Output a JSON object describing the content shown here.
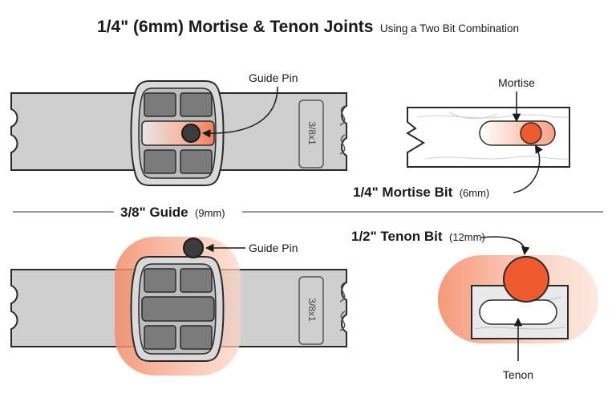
{
  "title": {
    "main": "1/4\" (6mm) Mortise & Tenon Joints",
    "sub": "Using a Two Bit Combination"
  },
  "divider": {
    "label_main": "3/8\" Guide",
    "label_sub": "(9mm)"
  },
  "top_jig": {
    "pin_label": "Guide Pin",
    "template_label": "3/8x1"
  },
  "bottom_jig": {
    "pin_label": "Guide Pin",
    "template_label": "3/8x1"
  },
  "mortise": {
    "label": "Mortise",
    "bit_label_main": "1/4\" Mortise Bit",
    "bit_label_sub": "(6mm)"
  },
  "tenon": {
    "label": "Tenon",
    "bit_label_main": "1/2\" Tenon Bit",
    "bit_label_sub": "(12mm)"
  },
  "colors": {
    "bit_orange": "#ef5a2f",
    "glow_orange": "#f6a78c",
    "jig_gray": "#cfcfcf",
    "slot_gray": "#7b7b7b",
    "pin_dark": "#3c3c3c"
  }
}
